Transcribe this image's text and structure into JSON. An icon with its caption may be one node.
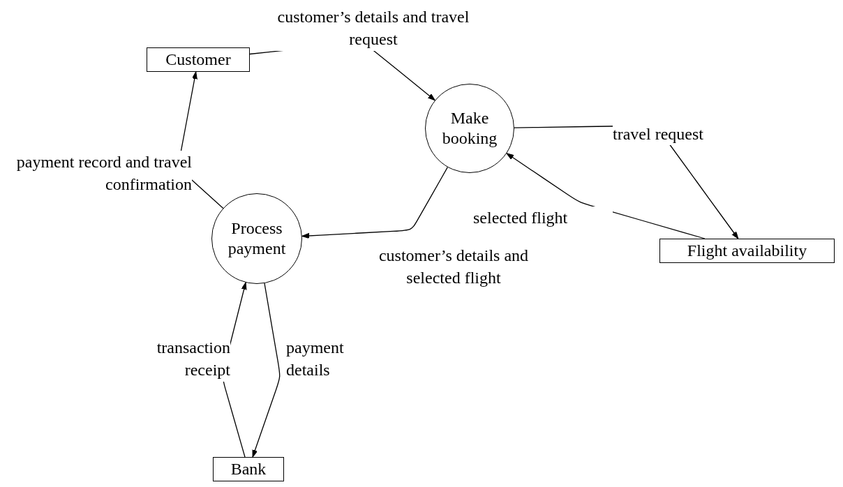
{
  "diagram": {
    "nodes": [
      {
        "text": [
          "Customer"
        ]
      },
      {
        "text": [
          "Make booking"
        ]
      },
      {
        "text": [
          "Flight availability"
        ]
      },
      {
        "text": [
          "Process payment"
        ]
      },
      {
        "text": [
          "Bank"
        ]
      }
    ],
    "edges": [
      {
        "from": 0,
        "to": 1,
        "arrow": "to",
        "label": "customer’s details and travel request"
      },
      {
        "from": 1,
        "to": 2,
        "arrow": "to",
        "label": "travel request"
      },
      {
        "from": 2,
        "to": 1,
        "arrow": "to",
        "label": "selected flight"
      },
      {
        "from": 1,
        "to": 3,
        "arrow": "to",
        "label": "customer’s details and selected flight"
      },
      {
        "from": 3,
        "to": 0,
        "arrow": "to",
        "label": "payment record and travel confirmation"
      },
      {
        "from": 4,
        "to": 3,
        "arrow": "to",
        "label": "transaction receipt"
      },
      {
        "from": 3,
        "to": 4,
        "arrow": "to",
        "label": "payment details"
      }
    ]
  }
}
